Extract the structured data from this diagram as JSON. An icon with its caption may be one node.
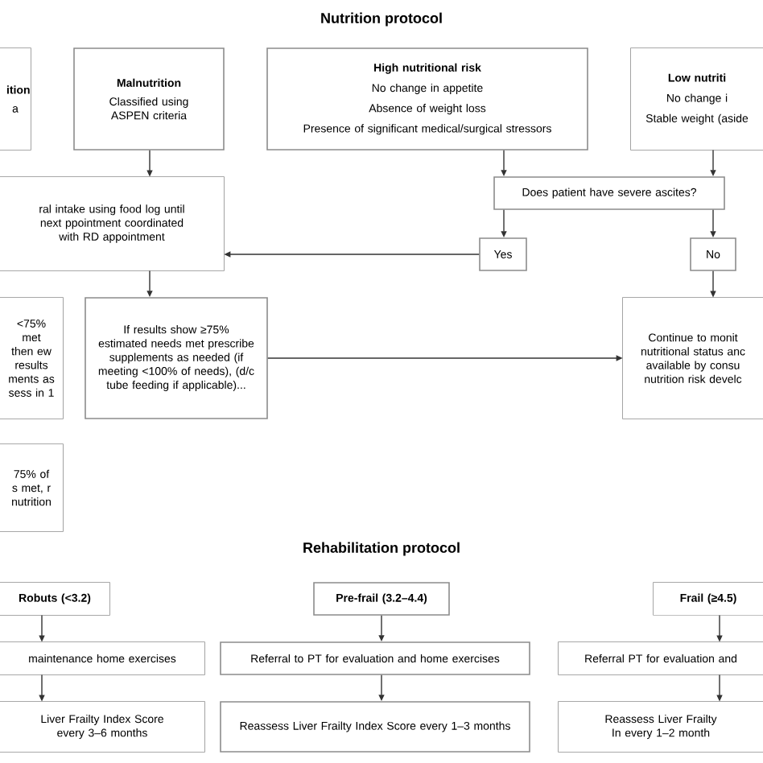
{
  "diagram": {
    "title": "Nutrition protocol",
    "nodes": [
      {
        "text": [
          "ition",
          "a"
        ]
      },
      {
        "text": [
          "Malnutrition",
          "Classified using ASPEN criteria"
        ]
      },
      {
        "text": [
          "High nutritional risk",
          "No change in appetite",
          "Absence of weight loss",
          "Presence of significant medical/surgical stressors"
        ]
      },
      {
        "text": [
          "Low nutriti",
          "No change i",
          "Stable weight (aside"
        ]
      },
      {
        "text": [
          "ral intake using food log until next ppointment coordinated with RD appointment"
        ]
      },
      {
        "text": [
          "Does patient have severe ascites?"
        ]
      },
      {
        "text": [
          "Yes"
        ]
      },
      {
        "text": [
          "No"
        ]
      },
      {
        "text": [
          "<75% met then ew results ments as sess in 1"
        ]
      },
      {
        "text": [
          "If results show ≥75% estimated needs met prescribe supplements as needed (if meeting <100% of needs), (d/c tube feeding if applicable)..."
        ]
      },
      {
        "text": [
          "Continue to monit nutritional status anc available by consu nutrition risk develc"
        ]
      },
      {
        "text": [
          "75% of s met, r nutrition"
        ]
      },
      {
        "text": [
          "Robuts (<3.2)"
        ]
      },
      {
        "text": [
          "maintenance home exercises"
        ]
      },
      {
        "text": [
          "Liver Frailty Index Score every 3–6 months"
        ]
      },
      {
        "text": [
          "Pre-frail (3.2–4.4)"
        ]
      },
      {
        "text": [
          "Referral to PT for evaluation and home exercises"
        ]
      },
      {
        "text": [
          "Reassess Liver Frailty Index Score every 1–3 months"
        ]
      },
      {
        "text": [
          "Frail (≥4.5)"
        ]
      },
      {
        "text": [
          "Referral PT for evaluation and"
        ]
      },
      {
        "text": [
          "Reassess Liver Frailty In every 1–2 month"
        ]
      }
    ],
    "edges": [
      {
        "from": 1,
        "to": 4,
        "arrow": "to"
      },
      {
        "from": 2,
        "to": 5,
        "arrow": "to"
      },
      {
        "from": 3,
        "to": 5,
        "arrow": "to"
      },
      {
        "from": 5,
        "to": 6,
        "arrow": "to"
      },
      {
        "from": 5,
        "to": 7,
        "arrow": "to"
      },
      {
        "from": 6,
        "to": 4,
        "arrow": "to"
      },
      {
        "from": 4,
        "to": 9,
        "arrow": "to"
      },
      {
        "from": 9,
        "to": 10,
        "arrow": "to"
      },
      {
        "from": 7,
        "to": 10,
        "arrow": "to"
      },
      {
        "from": 12,
        "to": 13,
        "arrow": "to"
      },
      {
        "from": 13,
        "to": 14,
        "arrow": "to"
      },
      {
        "from": 15,
        "to": 16,
        "arrow": "to"
      },
      {
        "from": 16,
        "to": 17,
        "arrow": "to"
      },
      {
        "from": 18,
        "to": 19,
        "arrow": "to"
      },
      {
        "from": 19,
        "to": 20,
        "arrow": "to"
      }
    ],
    "labels": [
      "Rehabilitation protocol"
    ]
  }
}
